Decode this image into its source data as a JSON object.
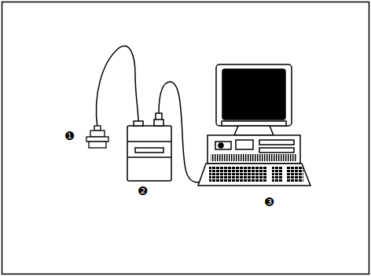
{
  "diagram": {
    "labels": [
      "❶",
      "❷",
      "❸"
    ]
  }
}
